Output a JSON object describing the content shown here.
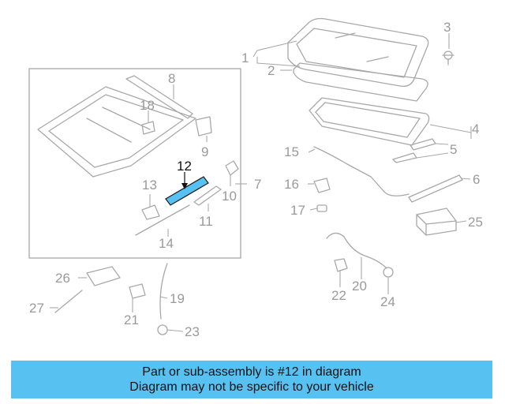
{
  "diagram": {
    "highlight_color": "#57c2f2",
    "highlighted_part": "12",
    "callouts": [
      "1",
      "2",
      "3",
      "4",
      "5",
      "6",
      "7",
      "8",
      "9",
      "10",
      "11",
      "12",
      "13",
      "14",
      "15",
      "16",
      "17",
      "18",
      "19",
      "20",
      "21",
      "22",
      "23",
      "24",
      "25",
      "26",
      "27"
    ]
  },
  "banner": {
    "line1": "Part or sub-assembly is #12 in diagram",
    "line2": "Diagram may not be specific to your vehicle",
    "color": "#57c2f2"
  }
}
